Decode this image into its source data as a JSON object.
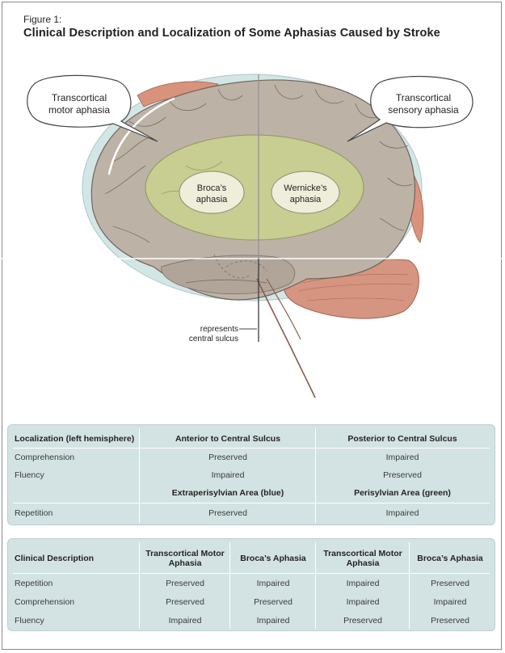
{
  "figure": {
    "label": "Figure 1:",
    "title": "Clinical Description and Localization of Some Aphasias Caused by Stroke"
  },
  "diagram": {
    "bubble_left": [
      "Transcortical",
      "motor aphasia"
    ],
    "bubble_right": [
      "Transcortical",
      "sensory aphasia"
    ],
    "broca": [
      "Broca’s",
      "aphasia"
    ],
    "wernicke": [
      "Wernicke’s",
      "aphasia"
    ],
    "sulcus_note": [
      "represents",
      "central sulcus"
    ]
  },
  "table1": {
    "header": [
      "Localization (left hemisphere)",
      "Anterior to Central Sulcus",
      "Posterior to Central Sulcus"
    ],
    "rows": [
      [
        "Comprehension",
        "Preserved",
        "Impaired"
      ],
      [
        "Fluency",
        "Impaired",
        "Preserved"
      ]
    ],
    "subheader": [
      "",
      "Extraperisylvian Area (blue)",
      "Perisylvian Area (green)"
    ],
    "row_after": [
      "Repetition",
      "Preserved",
      "Impaired"
    ]
  },
  "table2": {
    "header": [
      "Clinical Description",
      "Transcortical Motor Aphasia",
      "Broca’s Aphasia",
      "Transcortical Motor Aphasia",
      "Broca’s Aphasia"
    ],
    "rows": [
      [
        "Repetition",
        "Preserved",
        "Impaired",
        "Impaired",
        "Preserved"
      ],
      [
        "Comprehension",
        "Preserved",
        "Preserved",
        "Impaired",
        "Impaired"
      ],
      [
        "Fluency",
        "Impaired",
        "Impaired",
        "Preserved",
        "Preserved"
      ]
    ]
  },
  "colors": {
    "outer_oval": "#d3e6e6",
    "inner_oval": "#c9d08f",
    "brain": "#bdb2a6",
    "cerebellum": "#d69580",
    "table_bg": "#d3e3e3"
  }
}
